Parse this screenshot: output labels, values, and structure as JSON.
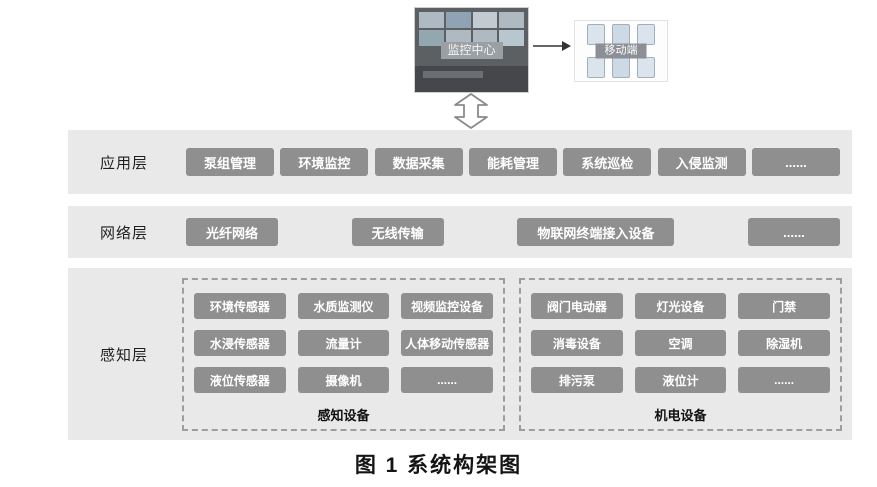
{
  "top": {
    "monitor_label": "监控中心",
    "mobile_label": "移动端"
  },
  "layers": [
    {
      "name": "应用层",
      "items": [
        "泵组管理",
        "环境监控",
        "数据采集",
        "能耗管理",
        "系统巡检",
        "入侵监测",
        "......"
      ]
    },
    {
      "name": "网络层",
      "items": [
        "光纤网络",
        "无线传输",
        "物联网终端接入设备",
        "......"
      ]
    },
    {
      "name": "感知层",
      "groups": [
        {
          "label": "感知设备",
          "items": [
            "环境传感器",
            "水质监测仪",
            "视频监控设备",
            "水浸传感器",
            "流量计",
            "人体移动传感器",
            "液位传感器",
            "摄像机",
            "......"
          ]
        },
        {
          "label": "机电设备",
          "items": [
            "阀门电动器",
            "灯光设备",
            "门禁",
            "消毒设备",
            "空调",
            "除湿机",
            "排污泵",
            "液位计",
            "......"
          ]
        }
      ]
    }
  ],
  "caption": "图 1  系统构架图",
  "colors": {
    "row_bg": "#e9e9e9",
    "box_bg": "#8f8f8f",
    "box_text": "#ffffff",
    "dashed_border": "#9d9d9d"
  }
}
